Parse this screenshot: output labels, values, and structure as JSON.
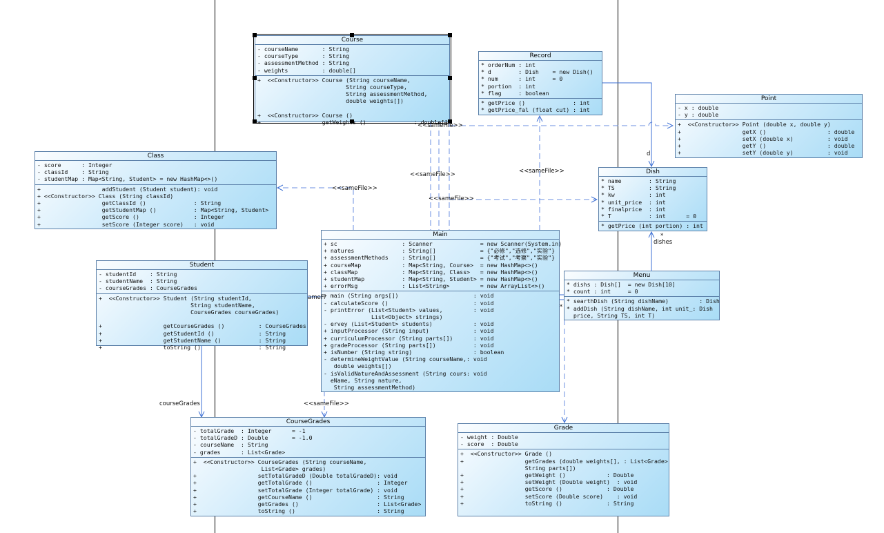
{
  "labels": {
    "course_frame_right": "<<sameFile>>",
    "course_to_main": "<<sameFile>>",
    "class_main": "<<sameFile>>",
    "main_dish": "<<sameFile>>",
    "record_main": "<<sameFile>>",
    "main_coursegrades": "<<sameFile>>",
    "student_coursegrades": "courseGrades",
    "record_d": "d",
    "dish_mult": "*",
    "dishes_role": "dishes",
    "student_main_clip": "ameFi",
    "main_menu_star": "*"
  },
  "classes": {
    "course": {
      "name": "Course",
      "attributes": [
        "- courseName       : String",
        "- courseType       : String",
        "- assessmentMethod : String",
        "- weights          : double[]"
      ],
      "operations": [
        "+  <<Constructor>> Course (String courseName,",
        "                          String courseType,",
        "                          String assessmentMethod,",
        "                          double weights[])",
        "",
        "+  <<Constructor>> Course ()",
        "+                  getWeights ()              : double[]"
      ]
    },
    "record": {
      "name": "Record",
      "attributes": [
        "* orderNum : int",
        "* d        : Dish    = new Dish()",
        "* num      : int     = 0",
        "* portion  : int",
        "* flag     : boolean"
      ],
      "operations": [
        "* getPrice ()              : int",
        "* getPrice_fal (float cut) : int"
      ]
    },
    "point": {
      "name": "Point",
      "attributes": [
        "- x : double",
        "- y : double"
      ],
      "operations": [
        "+  <<Constructor>> Point (double x, double y)",
        "+                  getX ()                  : double",
        "+                  setX (double x)          : void",
        "+                  getY ()                  : double",
        "+                  setY (double y)          : void"
      ]
    },
    "class": {
      "name": "Class",
      "attributes": [
        "- score      : Integer",
        "- classId    : String",
        "- studentMap : Map<String, Student> = new HashMap<>()"
      ],
      "operations": [
        "+                  addStudent (Student student): void",
        "+ <<Constructor>> Class (String classId)",
        "+                  getClassId ()              : String",
        "+                  getStudentMap ()           : Map<String, Student>",
        "+                  getScore ()                : Integer",
        "+                  setScore (Integer score)   : void"
      ]
    },
    "dish": {
      "name": "Dish",
      "attributes": [
        "* name        : String",
        "* TS          : String",
        "* kw          : int",
        "* unit_price  : int",
        "* finalprice  : int",
        "* T           : int      = 0"
      ],
      "operations": [
        "* getPrice (int portion) : int"
      ]
    },
    "main": {
      "name": "Main",
      "attributes": [
        "+ sc                   : Scanner              = new Scanner(System.in)",
        "+ natures              : String[]             = {\"必修\",\"选修\",\"实验\"}",
        "+ assessmentMethods    : String[]             = {\"考试\",\"考察\",\"实验\"}",
        "+ courseMap            : Map<String, Course>  = new HashMap<>()",
        "+ classMap             : Map<String, Class>   = new HashMap<>()",
        "+ studentMap           : Map<String, Student> = new HashMap<>()",
        "+ errorMsg             : List<String>         = new ArrayList<>()"
      ],
      "operations": [
        "+ main (String args[])                      : void",
        "- calculateScore ()                         : void",
        "- printError (List<Student> values,         : void",
        "              List<Object> strings)",
        "- ervey (List<Student> students)            : void",
        "+ inputProcessor (String input)             : void",
        "+ curriculumProcessor (String parts[])      : void",
        "+ gradeProcessor (String parts[])           : void",
        "+ isNumber (String string)                  : boolean",
        "- determineWeightValue (String courseName,: void",
        "   double weights[])",
        "- isValidNatureAndAssessment (String cours: void",
        "  eName, String nature,",
        "   String assessmentMethod)"
      ]
    },
    "student": {
      "name": "Student",
      "attributes": [
        "- studentId    : String",
        "- studentName  : String",
        "- courseGrades : CourseGrades"
      ],
      "operations": [
        "+  <<Constructor>> Student (String studentId,",
        "                           String studentName,",
        "                           CourseGrades courseGrades)",
        "",
        "+                  getCourseGrades ()          : CourseGrades",
        "+                  getStudentId ()             : String",
        "+                  getStudentName ()           : String",
        "+                  toString ()                 : String"
      ]
    },
    "menu": {
      "name": "Menu",
      "attributes": [
        "* dishs : Dish[]  = new Dish[10]",
        "* count : int     = 0"
      ],
      "operations": [
        "* searthDish (String dishName)         : Dish",
        "* addDish (String dishName, int unit_: Dish",
        "  price, String TS, int T)"
      ]
    },
    "coursegrades": {
      "name": "CourseGrades",
      "attributes": [
        "- totalGrade  : Integer      = -1",
        "- totalGradeD : Double       = -1.0",
        "- courseName  : String",
        "- grades      : List<Grade>"
      ],
      "operations": [
        "+  <<Constructor>> CourseGrades (String courseName,",
        "                    List<Grade> grades)",
        "+                  setTotalGradeD (Double totalGradeD): void",
        "+                  getTotalGrade ()                   : Integer",
        "+                  setTotalGrade (Integer totalGrade) : void",
        "+                  getCourseName ()                   : String",
        "+                  getGrades ()                       : List<Grade>",
        "+                  toString ()                        : String"
      ]
    },
    "grade": {
      "name": "Grade",
      "attributes": [
        "- weight : Double",
        "- score  : Double"
      ],
      "operations": [
        "+  <<Constructor>> Grade ()",
        "+                  getGrades (double weights[], : List<Grade>",
        "                   String parts[])",
        "+                  getWeight ()            : Double",
        "+                  setWeight (Double weight)  : void",
        "+                  getScore ()             : Double",
        "+                  setScore (Double score)    : void",
        "+                  toString ()             : String"
      ]
    }
  }
}
